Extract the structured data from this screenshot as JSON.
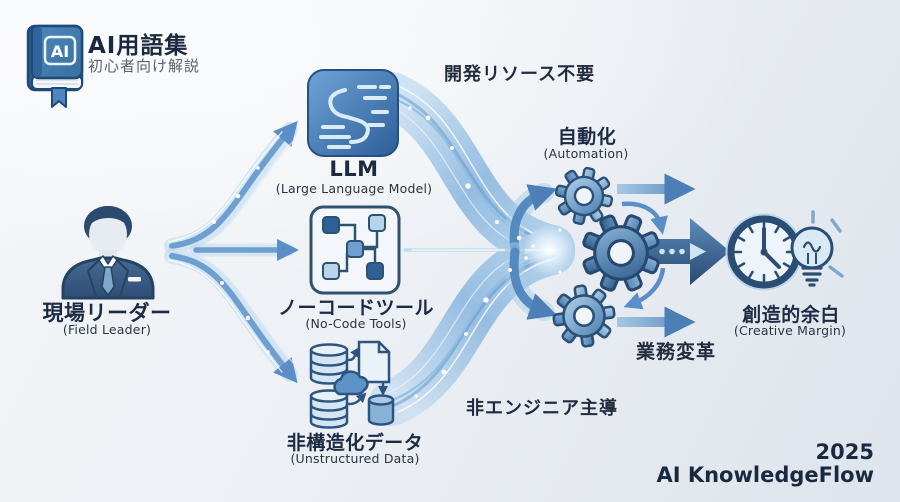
{
  "header": {
    "book_label": "AI",
    "title": "AI用語集",
    "subtitle": "初心者向け解説"
  },
  "nodes": {
    "field_leader": {
      "label": "現場リーダー",
      "sublabel": "(Field Leader)"
    },
    "llm": {
      "label": "LLM",
      "sublabel": "(Large Language Model)"
    },
    "no_code": {
      "label": "ノーコードツール",
      "sublabel": "(No-Code Tools)"
    },
    "unstructured_data": {
      "label": "非構造化データ",
      "sublabel": "(Unstructured Data)"
    },
    "automation": {
      "label": "自動化",
      "sublabel": "(Automation)"
    },
    "creative_margin": {
      "label": "創造的余白",
      "sublabel": "(Creative Margin)"
    }
  },
  "annotations": {
    "no_dev_resources": "開発リソース不要",
    "business_transformation": "業務変革",
    "non_engineer_led": "非エンジニア主導"
  },
  "footer": {
    "year": "2025",
    "brand": "AI KnowledgeFlow"
  },
  "colors": {
    "accent_blue": "#3f6fa6",
    "stream_blue": "#9cc3e4",
    "deep_navy": "#1b2940",
    "gear_blue": "#4a7cb0"
  }
}
